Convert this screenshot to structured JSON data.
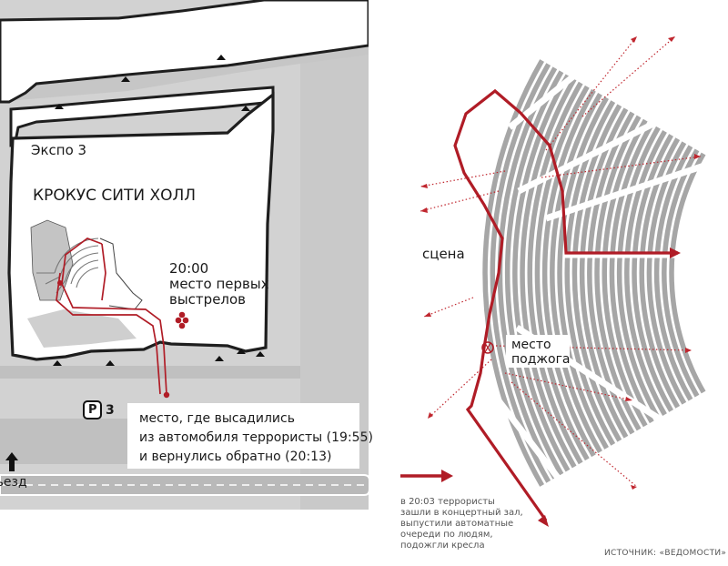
{
  "labels": {
    "expo": "Экспо 3",
    "hall": "КРОКУС СИТИ ХОЛЛ",
    "first_shots_time": "20:00",
    "first_shots_line1": "место первых",
    "first_shots_line2": "выстрелов",
    "dropoff_line1": "место, где высадились",
    "dropoff_line2": "из автомобиля террористы (19:55)",
    "dropoff_line3": "и вернулись обратно (20:13)",
    "entrance": "ъезд",
    "parking_number": "3",
    "parking_letter": "P",
    "stage": "сцена",
    "arson_line1": "место",
    "arson_line2": "поджога",
    "note_line1": "в 20:03 террористы",
    "note_line2": "зашли в концертный зал,",
    "note_line3": "выпустили автоматные",
    "note_line4": "очереди по людям,",
    "note_line5": "подожгли кресла",
    "source": "ИСТОЧНИК: «ВЕДОМОСТИ»"
  },
  "colors": {
    "route": "#b01c26",
    "ground": "#d2d2d2",
    "building": "#ffffff",
    "outline": "#1e1e1e",
    "seats": "#a6a6a6"
  },
  "icons": [
    "entrance-arrow-icon",
    "parking-icon",
    "shots-marker-icon",
    "direction-arrow-icon"
  ]
}
